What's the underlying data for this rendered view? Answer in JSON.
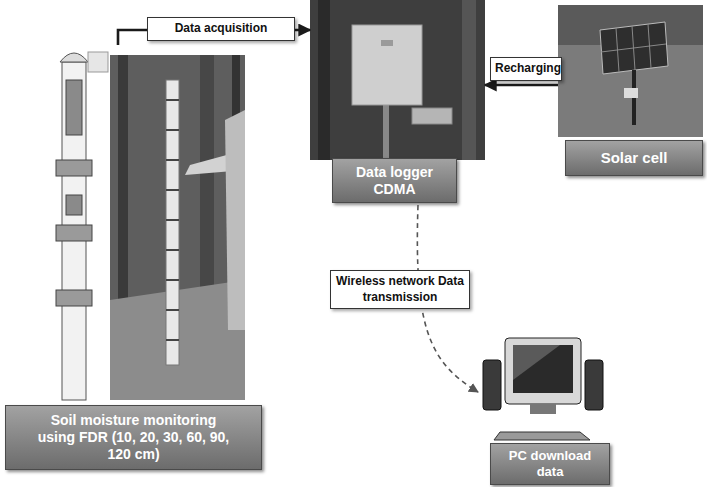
{
  "diagram": {
    "nodes": [
      {
        "text": [
          "Soil moisture monitoring using FDR (10, 20, 30, 60, 90, 120 cm)"
        ]
      },
      {
        "text": [
          "Data logger CDMA"
        ]
      },
      {
        "text": [
          "Solar cell"
        ]
      },
      {
        "text": [
          "PC download data"
        ]
      }
    ],
    "edges": [
      {
        "from": 0,
        "to": 1,
        "arrow": "to",
        "label": "Data acquisition"
      },
      {
        "from": 2,
        "to": 1,
        "arrow": "to",
        "label": "Recharging"
      },
      {
        "from": 1,
        "to": 3,
        "arrow": "to",
        "label": "Wireless network Data transmission"
      }
    ]
  }
}
